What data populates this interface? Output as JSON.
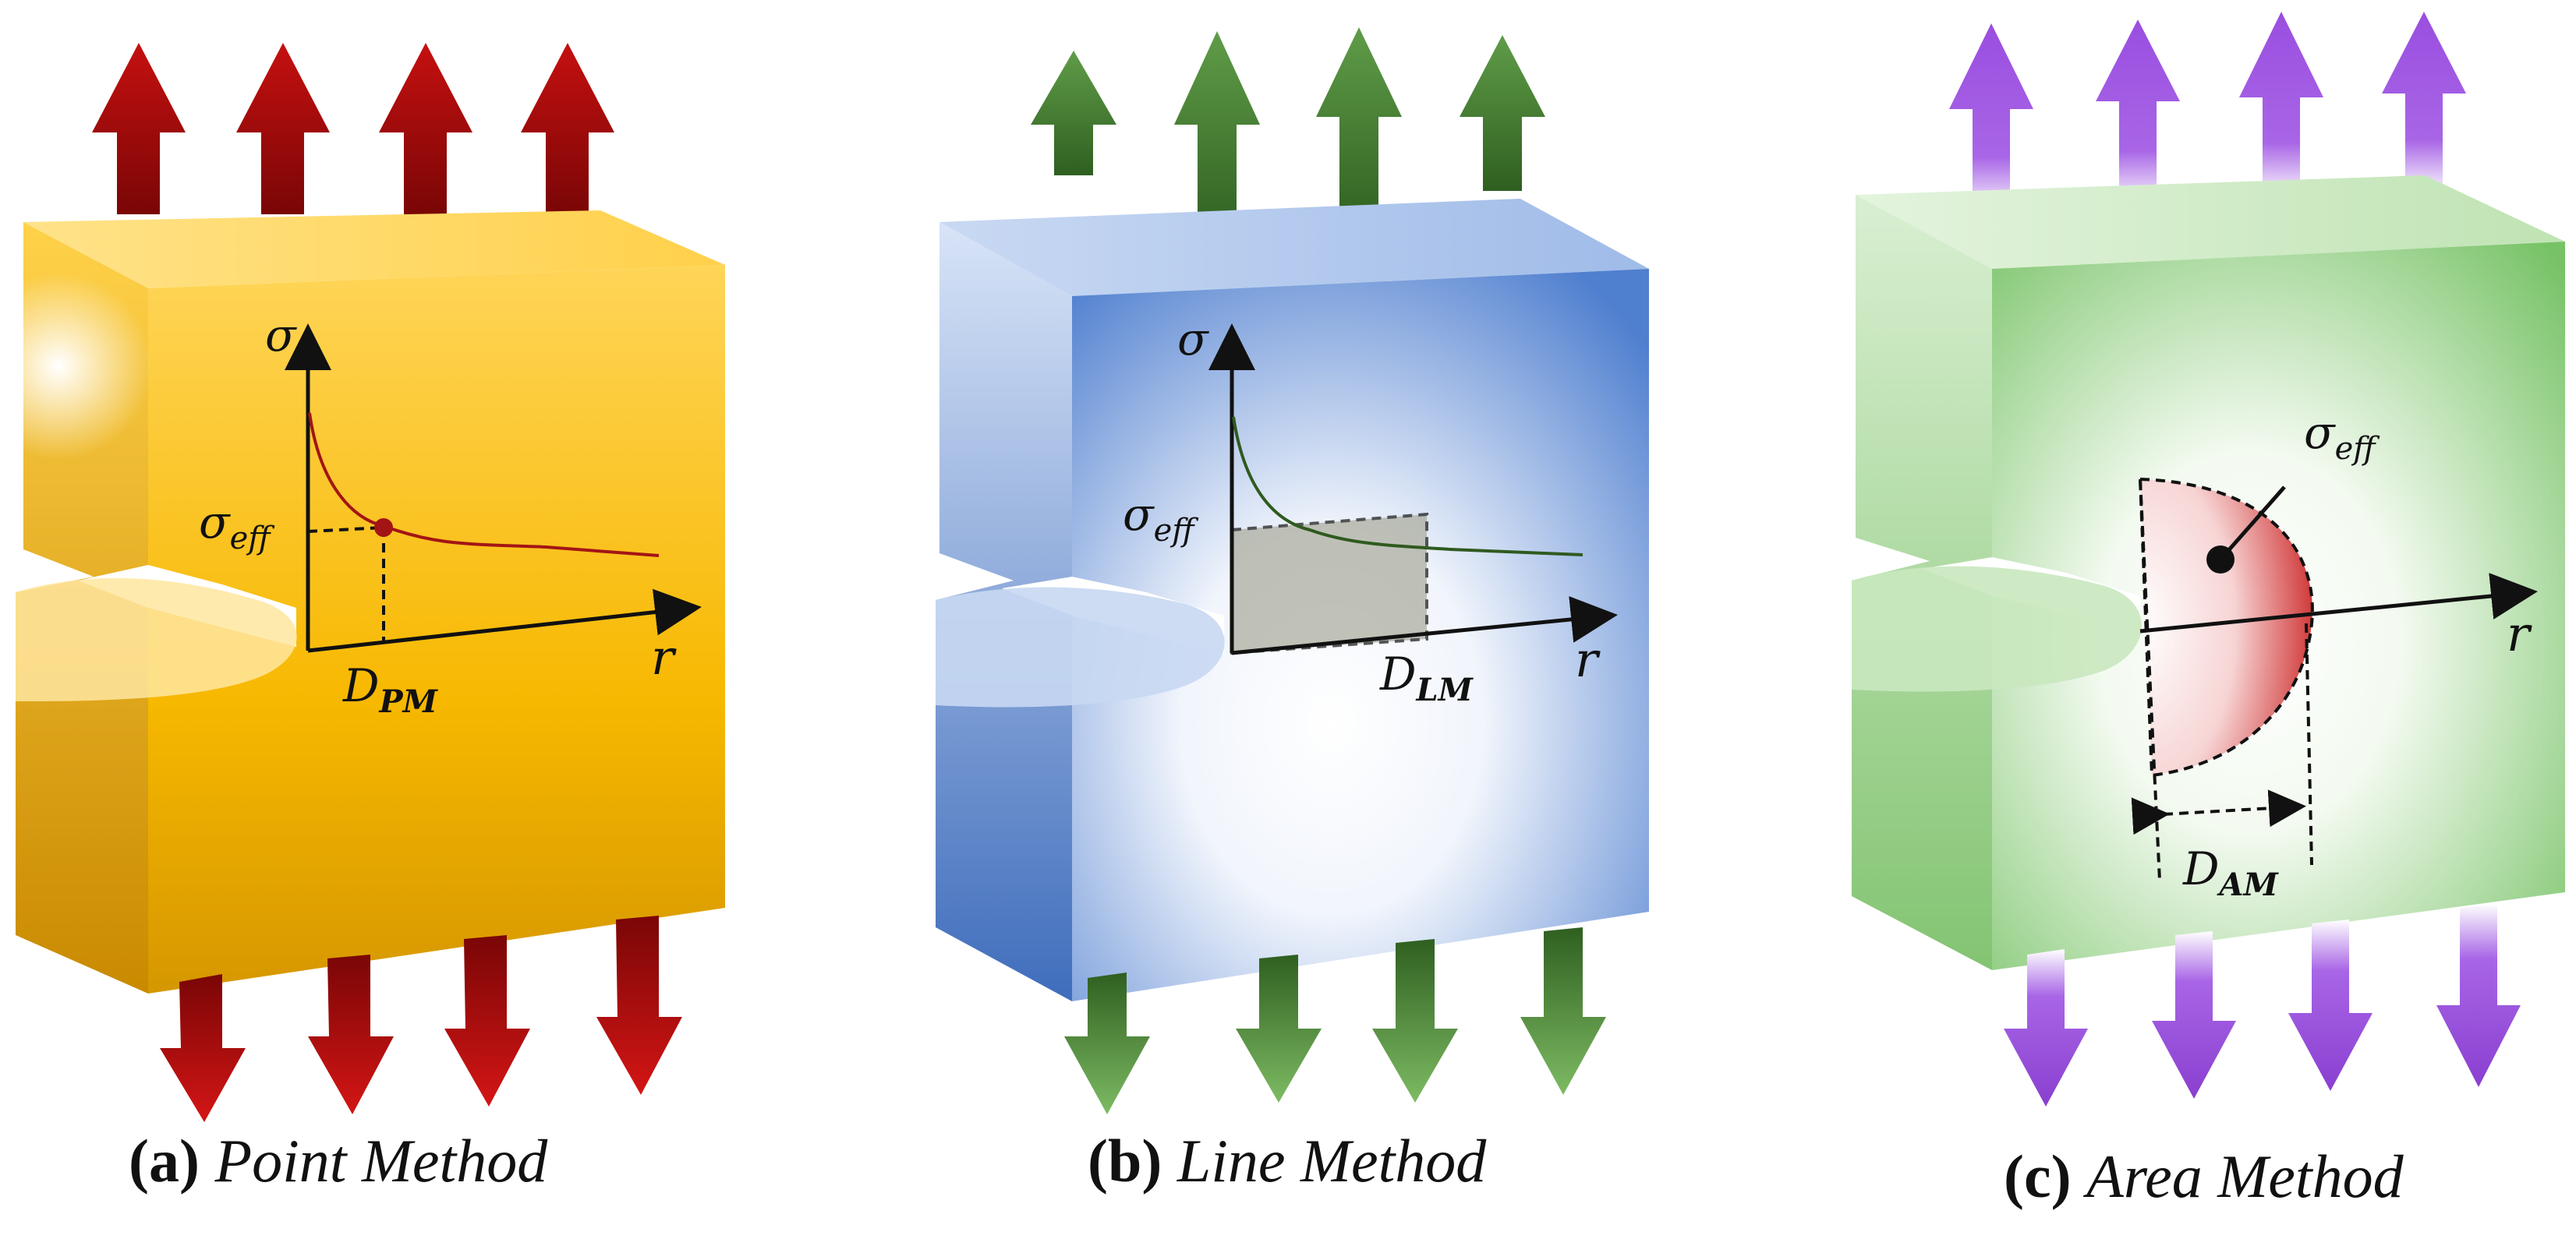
{
  "panels": [
    {
      "id": "a",
      "caption_letter": "(a)",
      "caption_name": "Point Method",
      "axis_y": "σ",
      "axis_x": "r",
      "level_label": "σ",
      "level_sub": "eff",
      "distance_label": "D",
      "distance_sub": "PM",
      "colors": {
        "block": "#f5b800",
        "arrow": "#b80f0f",
        "curve": "#a31515"
      }
    },
    {
      "id": "b",
      "caption_letter": "(b)",
      "caption_name": "Line Method",
      "axis_y": "σ",
      "axis_x": "r",
      "level_label": "σ",
      "level_sub": "eff",
      "distance_label": "D",
      "distance_sub": "LM",
      "colors": {
        "block": "#5b86d0",
        "arrow": "#3d7a2a",
        "curve": "#2f5a1f"
      }
    },
    {
      "id": "c",
      "caption_letter": "(c)",
      "caption_name": "Area Method",
      "axis_x": "r",
      "level_label": "σ",
      "level_sub": "eff",
      "distance_label": "D",
      "distance_sub": "AM",
      "colors": {
        "block": "#7cc46a",
        "arrow": "#8a3fd0",
        "zone": "#d13b3b"
      }
    }
  ]
}
